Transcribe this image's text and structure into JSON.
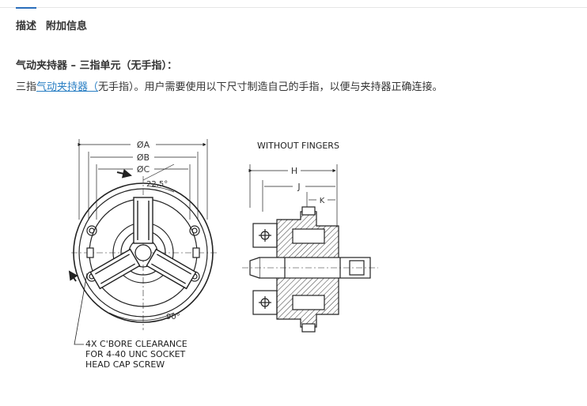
{
  "tabs": [
    {
      "label": "描述",
      "active": true
    },
    {
      "label": "附加信息",
      "active": false
    }
  ],
  "heading": "气动夹持器 – 三指单元（无手指）：",
  "description": {
    "prefix": "三指",
    "link_text": "气动夹持器（",
    "suffix": "无手指）。用户需要使用以下尺寸制造自己的手指，以便与夹持器正确连接。"
  },
  "drawing": {
    "dim_a": "ØA",
    "dim_b": "ØB",
    "dim_c": "ØC",
    "angle_top": "22.5°",
    "angle_bottom": "90°",
    "note_line1": "4X C'BORE CLEARANCE",
    "note_line2": "FOR 4-40 UNC SOCKET",
    "note_line3": "HEAD CAP SCREW",
    "side_title": "WITHOUT FINGERS",
    "dim_h": "H",
    "dim_j": "J",
    "dim_k": "K"
  },
  "colors": {
    "accent": "#2a6ebb",
    "link": "#2a7fc4"
  }
}
